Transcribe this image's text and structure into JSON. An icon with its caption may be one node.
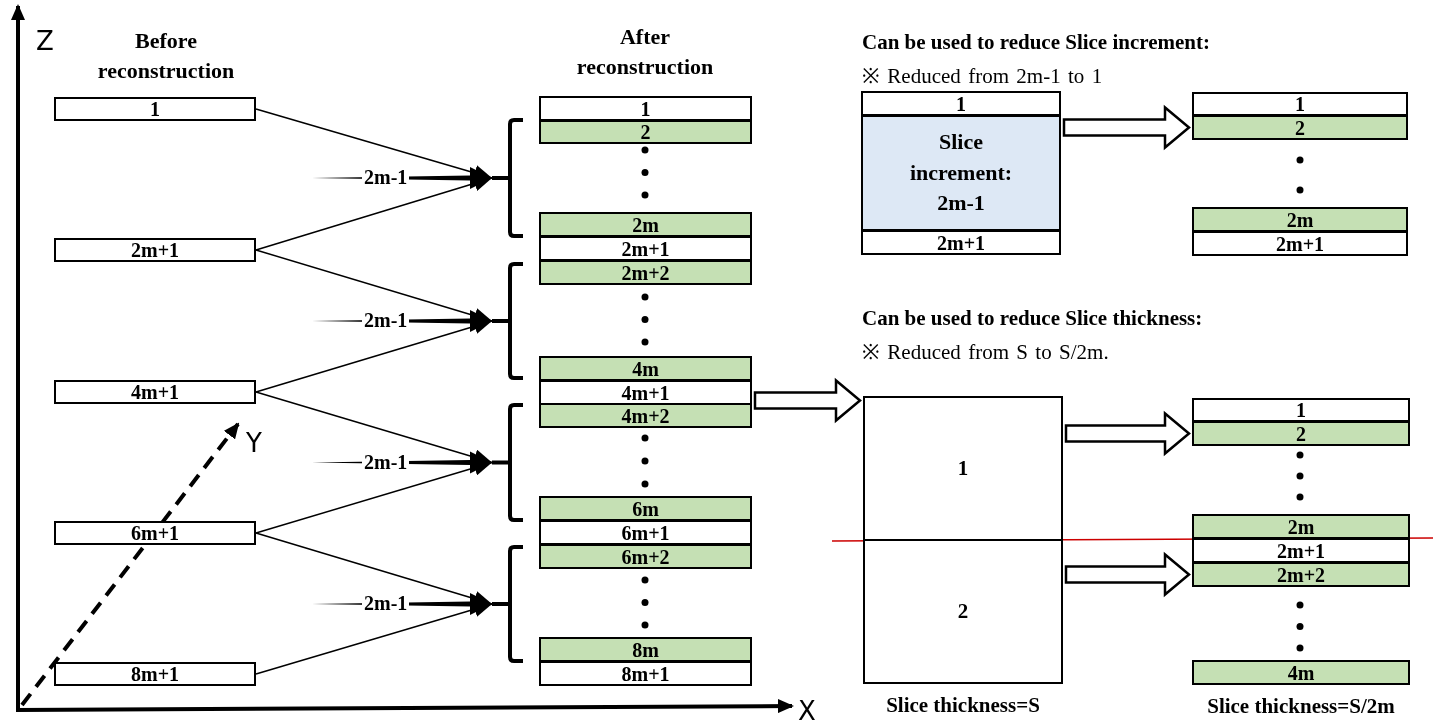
{
  "diagram": {
    "nodes": [
      {
        "text": [
          "1"
        ]
      },
      {
        "text": [
          "2m+1"
        ]
      },
      {
        "text": [
          "4m+1"
        ]
      },
      {
        "text": [
          "6m+1"
        ]
      },
      {
        "text": [
          "8m+1"
        ]
      },
      {
        "text": [
          "1"
        ]
      },
      {
        "text": [
          "2"
        ]
      },
      {
        "text": [
          "2m"
        ]
      },
      {
        "text": [
          "2m+1"
        ]
      },
      {
        "text": [
          "2m+2"
        ]
      },
      {
        "text": [
          "4m"
        ]
      },
      {
        "text": [
          "4m+1"
        ]
      },
      {
        "text": [
          "4m+2"
        ]
      },
      {
        "text": [
          "6m"
        ]
      },
      {
        "text": [
          "6m+1"
        ]
      },
      {
        "text": [
          "6m+2"
        ]
      },
      {
        "text": [
          "8m"
        ]
      },
      {
        "text": [
          "8m+1"
        ]
      },
      {
        "text": [],
        "shape": "bracket"
      },
      {
        "text": [],
        "shape": "bracket"
      },
      {
        "text": [],
        "shape": "bracket"
      },
      {
        "text": [],
        "shape": "bracket"
      },
      {
        "text": [
          "1"
        ]
      },
      {
        "text": [
          "Slice increment: 2m-1"
        ]
      },
      {
        "text": [
          "2m+1"
        ]
      },
      {
        "text": [
          "1"
        ]
      },
      {
        "text": [
          "2"
        ]
      },
      {
        "text": [
          "2m"
        ]
      },
      {
        "text": [
          "2m+1"
        ]
      },
      {
        "text": [
          "1"
        ]
      },
      {
        "text": [
          "2"
        ],
        "beside": [
          "Slice thickness=S"
        ]
      },
      {
        "text": [
          "1"
        ]
      },
      {
        "text": [
          "2"
        ]
      },
      {
        "text": [
          "2m"
        ]
      },
      {
        "text": [
          "2m+1"
        ]
      },
      {
        "text": [
          "2m+2"
        ]
      },
      {
        "text": [
          "4m"
        ],
        "beside": [
          "Slice thickness=S/2m"
        ]
      }
    ],
    "edges": [
      {
        "from": 0,
        "to": 18,
        "arrow": "to"
      },
      {
        "from": 1,
        "to": 18,
        "arrow": "to"
      },
      {
        "from": null,
        "to": 18,
        "arrow": "to",
        "label": "2m-1",
        "style": "thick"
      },
      {
        "from": 1,
        "to": 19,
        "arrow": "to"
      },
      {
        "from": 2,
        "to": 19,
        "arrow": "to"
      },
      {
        "from": null,
        "to": 19,
        "arrow": "to",
        "label": "2m-1",
        "style": "thick"
      },
      {
        "from": 2,
        "to": 20,
        "arrow": "to"
      },
      {
        "from": 3,
        "to": 20,
        "arrow": "to"
      },
      {
        "from": null,
        "to": 20,
        "arrow": "to",
        "label": "2m-1",
        "style": "thick"
      },
      {
        "from": 3,
        "to": 21,
        "arrow": "to"
      },
      {
        "from": 4,
        "to": 21,
        "arrow": "to"
      },
      {
        "from": null,
        "to": 21,
        "arrow": "to",
        "label": "2m-1",
        "style": "thick"
      },
      {
        "from": 11,
        "to": 29,
        "arrow": "to",
        "style": "thick"
      },
      {
        "from": 23,
        "to": 26,
        "arrow": "to",
        "style": "thick"
      },
      {
        "from": 29,
        "to": 32,
        "arrow": "to",
        "style": "thick"
      },
      {
        "from": 30,
        "to": 35,
        "arrow": "to",
        "style": "thick"
      }
    ],
    "labels": [
      "Z",
      "Before reconstruction",
      "After reconstruction",
      "Can be used to reduce Slice increment:",
      "※ Reduced from 2m-1 to 1",
      "Can be used to reduce Slice thickness:",
      "※ Reduced from S to S/2m.",
      "Y",
      "X"
    ]
  }
}
